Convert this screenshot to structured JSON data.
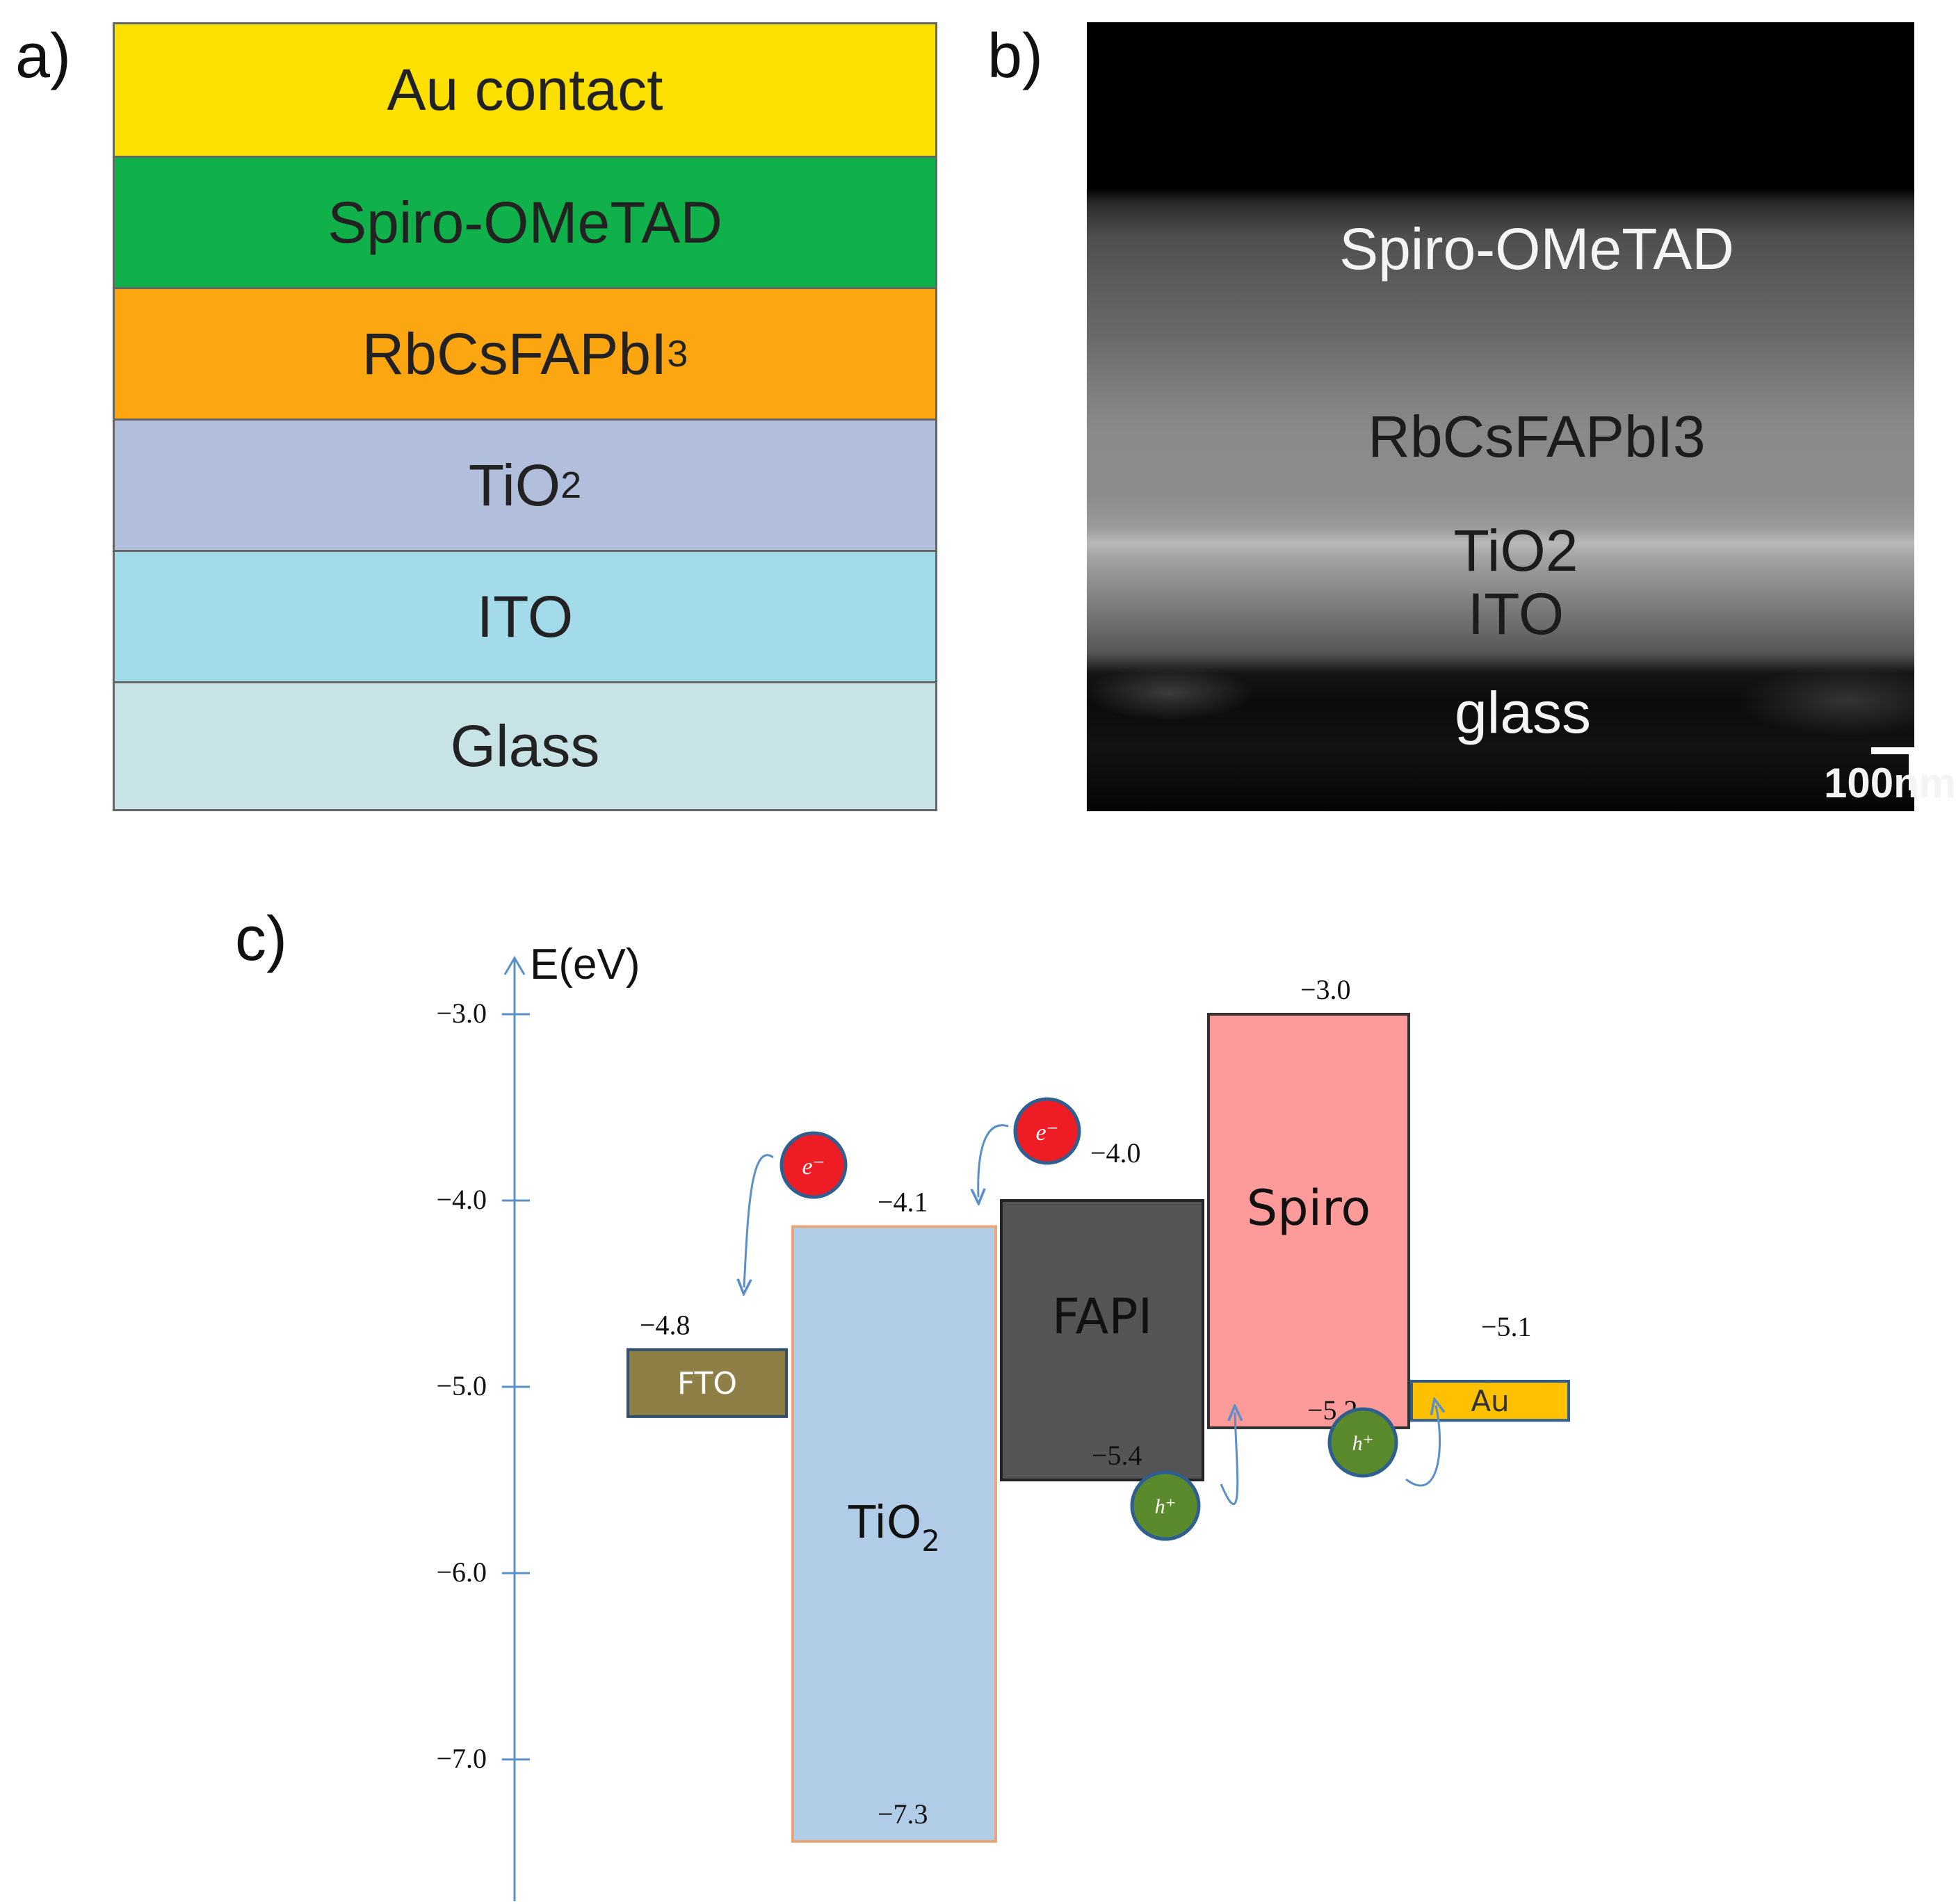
{
  "panel_a": {
    "label": "a)",
    "layers": [
      {
        "name": "Au contact",
        "sub": "",
        "color": "#fbe000"
      },
      {
        "name": "Spiro-OMeTAD",
        "sub": "",
        "color": "#10b04a"
      },
      {
        "name": "RbCsFAPbI",
        "sub": "3",
        "color": "#fca712"
      },
      {
        "name": "TiO",
        "sub": "2",
        "color": "#b1bfdc"
      },
      {
        "name": "ITO",
        "sub": "",
        "color": "#a3dbeb"
      },
      {
        "name": "Glass",
        "sub": "",
        "color": "#c7e3e6"
      }
    ]
  },
  "panel_b": {
    "label": "b)",
    "layers": {
      "spiro": "Spiro-OMeTAD",
      "perovskite": "RbCsFAPbI3",
      "tio2": "TiO2",
      "ito": "ITO",
      "glass": "glass"
    },
    "scale_bar": "100nm"
  },
  "panel_c": {
    "label": "c)",
    "axis": {
      "label": "E(eV)",
      "range": [
        -7.9,
        -2.6
      ],
      "ticks": [
        {
          "value": -3.0,
          "label": "−3.0"
        },
        {
          "value": -4.0,
          "label": "−4.0"
        },
        {
          "value": -5.0,
          "label": "−5.0"
        },
        {
          "value": -6.0,
          "label": "−6.0"
        },
        {
          "value": -7.0,
          "label": "−7.0"
        }
      ]
    },
    "materials": [
      {
        "key": "fto",
        "name": "FTO",
        "sub": "",
        "top": -4.8,
        "bottom": -5.16,
        "fill": "#8e7f46",
        "stroke": "#2f4f6f",
        "text_color": "#ffffff",
        "top_label": "−4.8",
        "bottom_label": ""
      },
      {
        "key": "tio2",
        "name": "TiO",
        "sub": "2",
        "top": -4.14,
        "bottom": -7.44,
        "fill": "#b1cce6",
        "stroke": "#e9a67b",
        "text_color": "#111111",
        "top_label": "−4.1",
        "bottom_label": "−7.3"
      },
      {
        "key": "fapi",
        "name": "FAPI",
        "sub": "",
        "top": -4.0,
        "bottom": -5.5,
        "fill": "#555555",
        "stroke": "#222222",
        "text_color": "#111111",
        "top_label": "−4.0",
        "bottom_label": "−5.4"
      },
      {
        "key": "spiro",
        "name": "Spiro",
        "sub": "",
        "top": -3.0,
        "bottom": -5.22,
        "fill": "#fd9a9a",
        "stroke": "#333333",
        "text_color": "#111111",
        "top_label": "−3.0",
        "bottom_label": "−5.2"
      },
      {
        "key": "au",
        "name": "Au",
        "sub": "",
        "top": -4.97,
        "bottom": -5.18,
        "fill": "#ffc000",
        "stroke": "#2f5f8f",
        "text_color": "#333333",
        "top_label": "−5.1",
        "bottom_label": ""
      }
    ],
    "carriers": [
      {
        "kind": "electron",
        "symbol": "e⁻",
        "color": "#ee1c24"
      },
      {
        "kind": "electron",
        "symbol": "e⁻",
        "color": "#ee1c24"
      },
      {
        "kind": "hole",
        "symbol": "h⁺",
        "color": "#5a8a2c"
      },
      {
        "kind": "hole",
        "symbol": "h⁺",
        "color": "#5a8a2c"
      }
    ],
    "axis_color": "#5a8fc8",
    "arrow_color": "#5a8fc8"
  }
}
